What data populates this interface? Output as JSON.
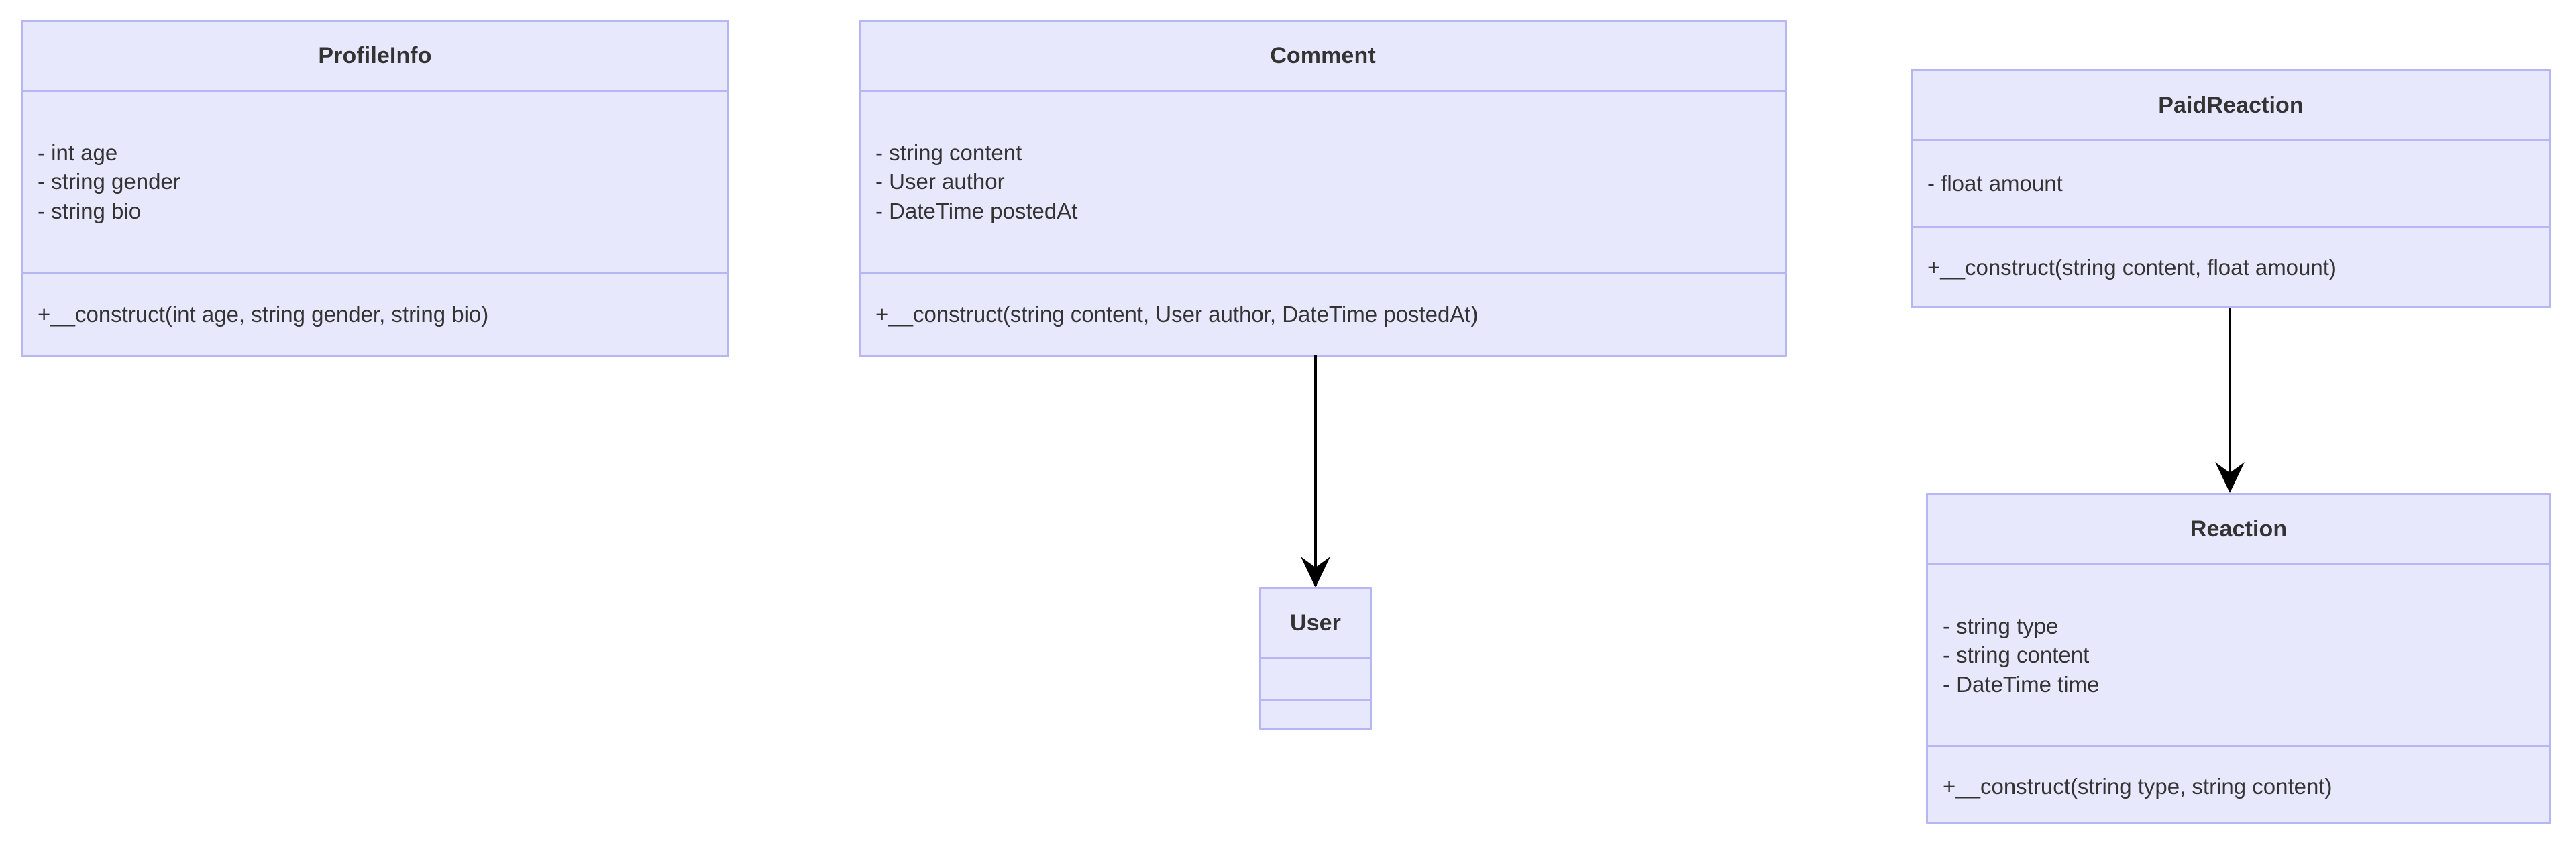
{
  "diagram": {
    "title": "UML class diagram",
    "type": "class-diagram",
    "background_color": "#ffffff",
    "node_fill_color": "#e8e8fc",
    "node_border_color": "#b6b6f2",
    "text_color": "#333333",
    "edge_color": "#000000"
  },
  "classes": {
    "profile_info": {
      "name": "ProfileInfo",
      "attributes": [
        "- int age",
        "- string gender",
        "- string bio"
      ],
      "methods": [
        "+__construct(int age, string gender, string bio)"
      ]
    },
    "comment": {
      "name": "Comment",
      "attributes": [
        "- string content",
        "- User author",
        "- DateTime postedAt"
      ],
      "methods": [
        "+__construct(string content, User author, DateTime postedAt)"
      ]
    },
    "paid_reaction": {
      "name": "PaidReaction",
      "attributes": [
        "- float amount"
      ],
      "methods": [
        "+__construct(string content, float amount)"
      ]
    },
    "reaction": {
      "name": "Reaction",
      "attributes": [
        "- string type",
        "- string content",
        "- DateTime time"
      ],
      "methods": [
        "+__construct(string type, string content)"
      ]
    },
    "user": {
      "name": "User",
      "attributes": [],
      "methods": []
    }
  },
  "edges": [
    {
      "name": "comment-to-user",
      "from": "Comment",
      "to": "User",
      "style": "solid",
      "arrowhead": "filled-v"
    },
    {
      "name": "paidreaction-to-reaction",
      "from": "PaidReaction",
      "to": "Reaction",
      "style": "solid",
      "arrowhead": "filled-v"
    }
  ]
}
